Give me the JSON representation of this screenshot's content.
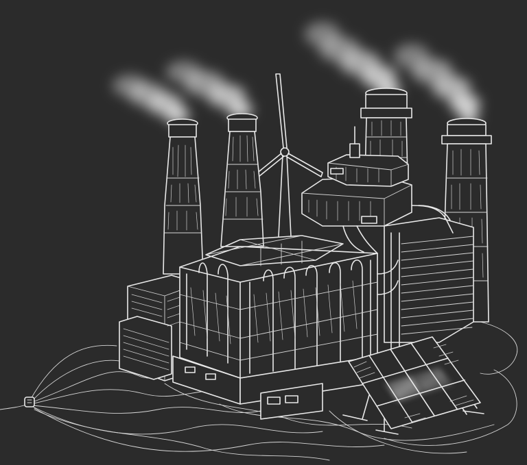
{
  "scene": {
    "background_color": "#2b2b2b",
    "line_color": "#e9e9e9",
    "smoke_color": "#f2f2f2",
    "panel_highlight_color": "#9a9a9a"
  },
  "subjects": {
    "smokestacks": {
      "count": 4
    },
    "wind_turbine": {
      "count": 1,
      "blades": 3
    },
    "solar_panel": {
      "rows": 3,
      "columns": 4
    },
    "cables": {
      "plug_icon": "plug-icon"
    }
  }
}
